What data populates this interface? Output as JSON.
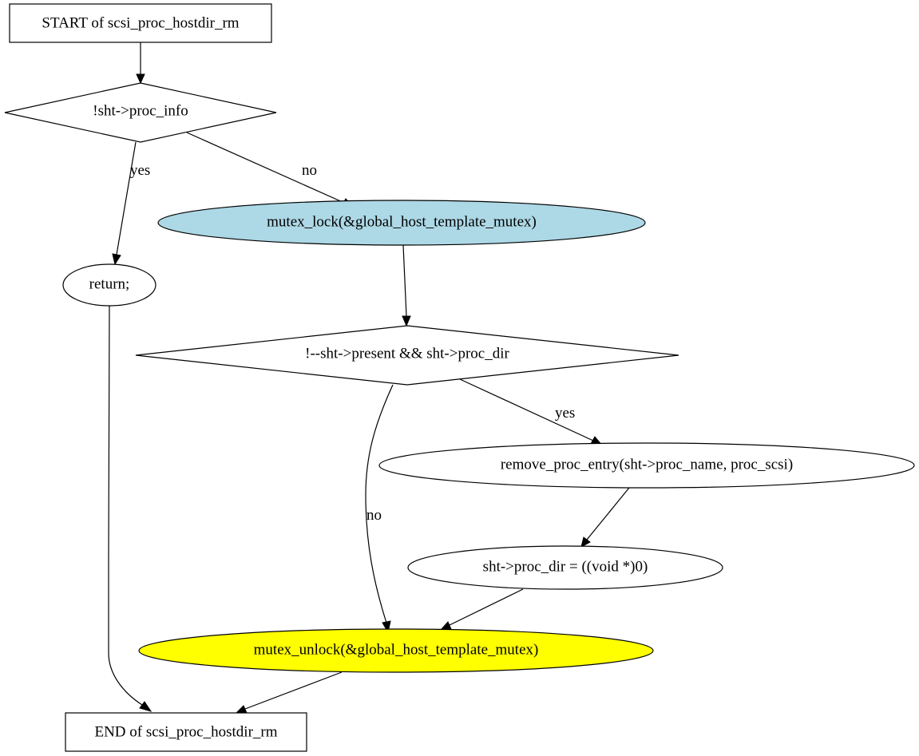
{
  "diagram": {
    "colors": {
      "stroke": "#000000",
      "default_fill": "#ffffff",
      "lock_fill": "#add8e6",
      "unlock_fill": "#ffff00"
    },
    "nodes": {
      "start": {
        "label": "START of scsi_proc_hostdir_rm",
        "shape": "box"
      },
      "cond_proc_info": {
        "label": "!sht->proc_info",
        "shape": "diamond"
      },
      "mutex_lock": {
        "label": "mutex_lock(&global_host_template_mutex)",
        "shape": "ellipse",
        "fill": "#add8e6"
      },
      "return_stmt": {
        "label": "return;",
        "shape": "ellipse"
      },
      "cond_present": {
        "label": "!--sht->present && sht->proc_dir",
        "shape": "diamond"
      },
      "remove_proc": {
        "label": "remove_proc_entry(sht->proc_name, proc_scsi)",
        "shape": "ellipse"
      },
      "assign_proc_dir": {
        "label": "sht->proc_dir = ((void *)0)",
        "shape": "ellipse"
      },
      "mutex_unlock": {
        "label": "mutex_unlock(&global_host_template_mutex)",
        "shape": "ellipse",
        "fill": "#ffff00"
      },
      "end": {
        "label": "END of scsi_proc_hostdir_rm",
        "shape": "box"
      }
    },
    "edges": {
      "e_start_cond1": {
        "from": "start",
        "to": "cond_proc_info",
        "label": ""
      },
      "e_cond1_yes": {
        "from": "cond_proc_info",
        "to": "return_stmt",
        "label": "yes"
      },
      "e_cond1_no": {
        "from": "cond_proc_info",
        "to": "mutex_lock",
        "label": "no"
      },
      "e_lock_cond2": {
        "from": "mutex_lock",
        "to": "cond_present",
        "label": ""
      },
      "e_cond2_yes": {
        "from": "cond_present",
        "to": "remove_proc",
        "label": "yes"
      },
      "e_cond2_no": {
        "from": "cond_present",
        "to": "mutex_unlock",
        "label": "no"
      },
      "e_remove_assign": {
        "from": "remove_proc",
        "to": "assign_proc_dir",
        "label": ""
      },
      "e_assign_unlock": {
        "from": "assign_proc_dir",
        "to": "mutex_unlock",
        "label": ""
      },
      "e_unlock_end": {
        "from": "mutex_unlock",
        "to": "end",
        "label": ""
      },
      "e_return_end": {
        "from": "return_stmt",
        "to": "end",
        "label": ""
      }
    }
  }
}
